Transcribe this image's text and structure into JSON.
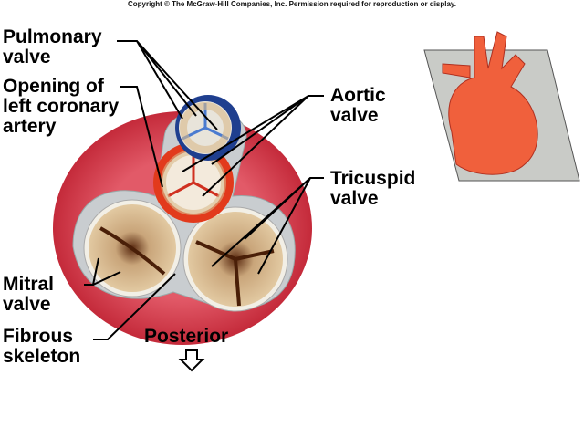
{
  "copyright": "Copyright © The McGraw-Hill Companies, Inc. Permission required for reproduction or display.",
  "labels": {
    "pulmonary": "Pulmonary\nvalve",
    "coronary": "Opening of\nleft coronary\nartery",
    "aortic": "Aortic\nvalve",
    "tricuspid": "Tricuspid\nvalve",
    "mitral": "Mitral\nvalve",
    "fibrous": "Fibrous\nskeleton",
    "posterior": "Posterior"
  },
  "colors": {
    "muscle": "#d9414f",
    "skeleton": "#c8cdcf",
    "aortic_ring": "#e23a1c",
    "pulmonary_ring": "#1f3f8f",
    "leaflet": "#d9b98a",
    "heart": "#f0603c"
  }
}
